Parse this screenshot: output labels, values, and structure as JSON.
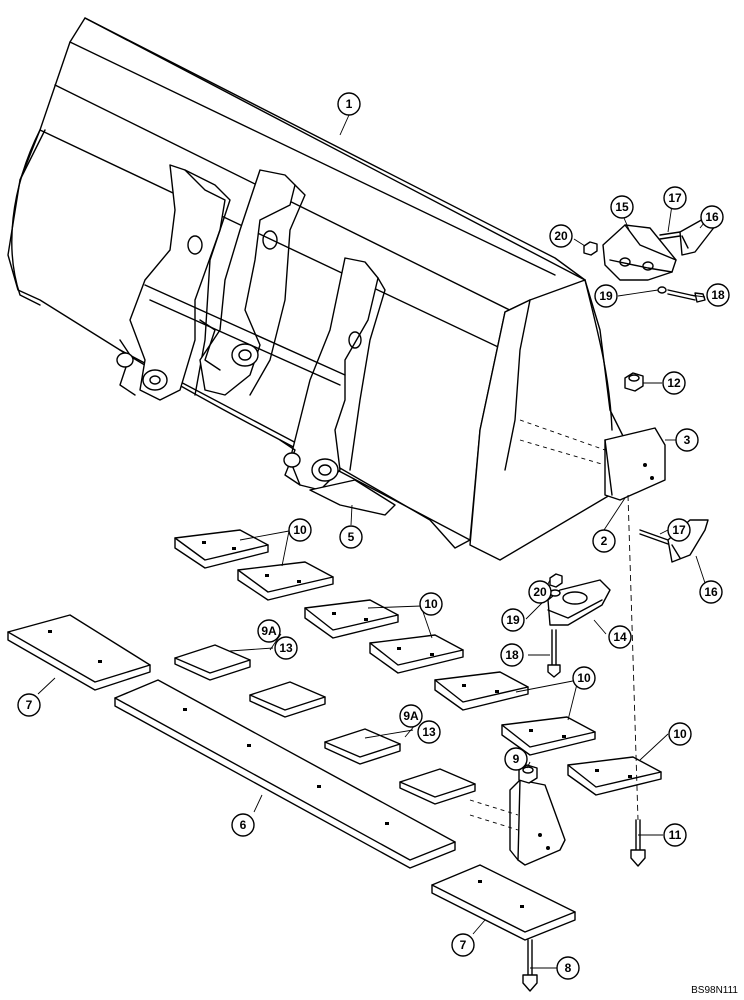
{
  "diagram": {
    "code": "BS98N111",
    "callouts": [
      {
        "id": "c1",
        "label": "1"
      },
      {
        "id": "c2",
        "label": "2"
      },
      {
        "id": "c3",
        "label": "3"
      },
      {
        "id": "c5",
        "label": "5"
      },
      {
        "id": "c6",
        "label": "6"
      },
      {
        "id": "c7a",
        "label": "7"
      },
      {
        "id": "c7b",
        "label": "7"
      },
      {
        "id": "c8",
        "label": "8"
      },
      {
        "id": "c9",
        "label": "9"
      },
      {
        "id": "c9aa",
        "label": "9A"
      },
      {
        "id": "c9ab",
        "label": "9A"
      },
      {
        "id": "c10a",
        "label": "10"
      },
      {
        "id": "c10b",
        "label": "10"
      },
      {
        "id": "c10c",
        "label": "10"
      },
      {
        "id": "c10d",
        "label": "10"
      },
      {
        "id": "c11",
        "label": "11"
      },
      {
        "id": "c12",
        "label": "12"
      },
      {
        "id": "c13a",
        "label": "13"
      },
      {
        "id": "c13b",
        "label": "13"
      },
      {
        "id": "c14",
        "label": "14"
      },
      {
        "id": "c15",
        "label": "15"
      },
      {
        "id": "c16a",
        "label": "16"
      },
      {
        "id": "c16b",
        "label": "16"
      },
      {
        "id": "c17a",
        "label": "17"
      },
      {
        "id": "c17b",
        "label": "17"
      },
      {
        "id": "c18a",
        "label": "18"
      },
      {
        "id": "c18b",
        "label": "18"
      },
      {
        "id": "c19a",
        "label": "19"
      },
      {
        "id": "c19b",
        "label": "19"
      },
      {
        "id": "c20a",
        "label": "20"
      },
      {
        "id": "c20b",
        "label": "20"
      }
    ]
  }
}
